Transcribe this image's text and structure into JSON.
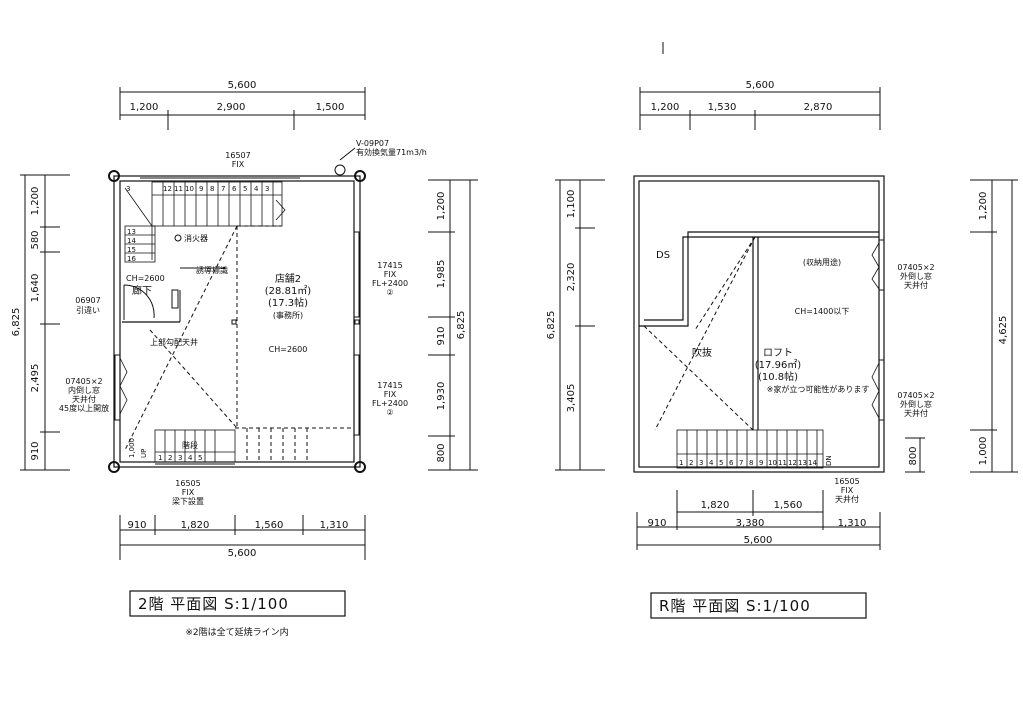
{
  "floor2": {
    "dims_top": {
      "total": "5,600",
      "segments": [
        "1,200",
        "2,900",
        "1,500"
      ]
    },
    "dims_bottom": {
      "total": "5,600",
      "segments": [
        "910",
        "1,820",
        "1,560",
        "1,310"
      ]
    },
    "dims_left": {
      "total": "6,825",
      "segments": [
        "1,200",
        "580",
        "1,640",
        "2,495",
        "910"
      ]
    },
    "dims_right": {
      "total": "6,825",
      "segments": [
        "1,200",
        "1,985",
        "910",
        "1,930",
        "800"
      ]
    },
    "window_top": {
      "code": "16507",
      "type": "FIX"
    },
    "vent": {
      "code": "V-09P07",
      "note": "有効換気量71m3/h"
    },
    "window_right1": {
      "code": "17415",
      "type": "FIX",
      "fl": "FL+2400",
      "mark": "②"
    },
    "window_right2": {
      "code": "17415",
      "type": "FIX",
      "fl": "FL+2400",
      "mark": "②"
    },
    "door_left": {
      "code": "06907",
      "type": "引違い"
    },
    "window_left": {
      "code": "07405×2",
      "l1": "内倒し窓",
      "l2": "天井付",
      "l3": "45度以上開放"
    },
    "window_bottom": {
      "code": "16505",
      "type": "FIX",
      "note": "梁下設置"
    },
    "stair_numbers": [
      "3",
      "12",
      "11",
      "10",
      "9",
      "8",
      "7",
      "6",
      "5",
      "4",
      "3"
    ],
    "stair_side": [
      "13",
      "14",
      "15",
      "16"
    ],
    "stair_bottom": [
      "1",
      "2",
      "3",
      "4",
      "5"
    ],
    "labels": {
      "extinguisher": "消火器",
      "guide_light": "誘導標識",
      "ch_corridor": "CH=2600",
      "corridor": "廊下",
      "upper_ceiling": "上部勾配天井",
      "room_name": "店舗2",
      "room_area": "(28.81㎡)",
      "room_tatami": "(17.3帖)",
      "room_use": "(事務所)",
      "room_ch": "CH=2600",
      "stair_label": "階段",
      "up": "UP",
      "small_dim": "1,000"
    },
    "title": "2階  平面図 S:1/100",
    "footnote": "※2階は全て延焼ライン内"
  },
  "floorR": {
    "dims_top": {
      "total": "5,600",
      "segments": [
        "1,200",
        "1,530",
        "2,870"
      ]
    },
    "dims_bottom": {
      "total": "5,600",
      "segments": [
        "910",
        "1,820",
        "1,560",
        "3,380",
        "1,310"
      ]
    },
    "dims_left": {
      "total": "6,825",
      "segments": [
        "1,100",
        "2,320",
        "3,405"
      ]
    },
    "dims_right": {
      "total": "6,825",
      "segments": [
        "1,200",
        "4,625",
        "1,000"
      ]
    },
    "small_right": "800",
    "window_right1": {
      "code": "07405×2",
      "l1": "外倒し窓",
      "l2": "天井付"
    },
    "window_right2": {
      "code": "07405×2",
      "l1": "外倒し窓",
      "l2": "天井付"
    },
    "window_bottom": {
      "code": "16505",
      "type": "FIX",
      "note": "天井付"
    },
    "stair_numbers": [
      "1",
      "2",
      "3",
      "4",
      "5",
      "6",
      "7",
      "8",
      "9",
      "10",
      "11",
      "12",
      "13",
      "14"
    ],
    "labels": {
      "ds": "DS",
      "storage": "(収納用途)",
      "ch": "CH=1400以下",
      "void": "吹抜",
      "loft": "ロフト",
      "loft_area": "(17.96㎡)",
      "loft_tatami": "(10.8帖)",
      "loft_note": "※家が立つ可能性があります",
      "dn": "DN"
    },
    "title": "R階  平面図 S:1/100"
  }
}
